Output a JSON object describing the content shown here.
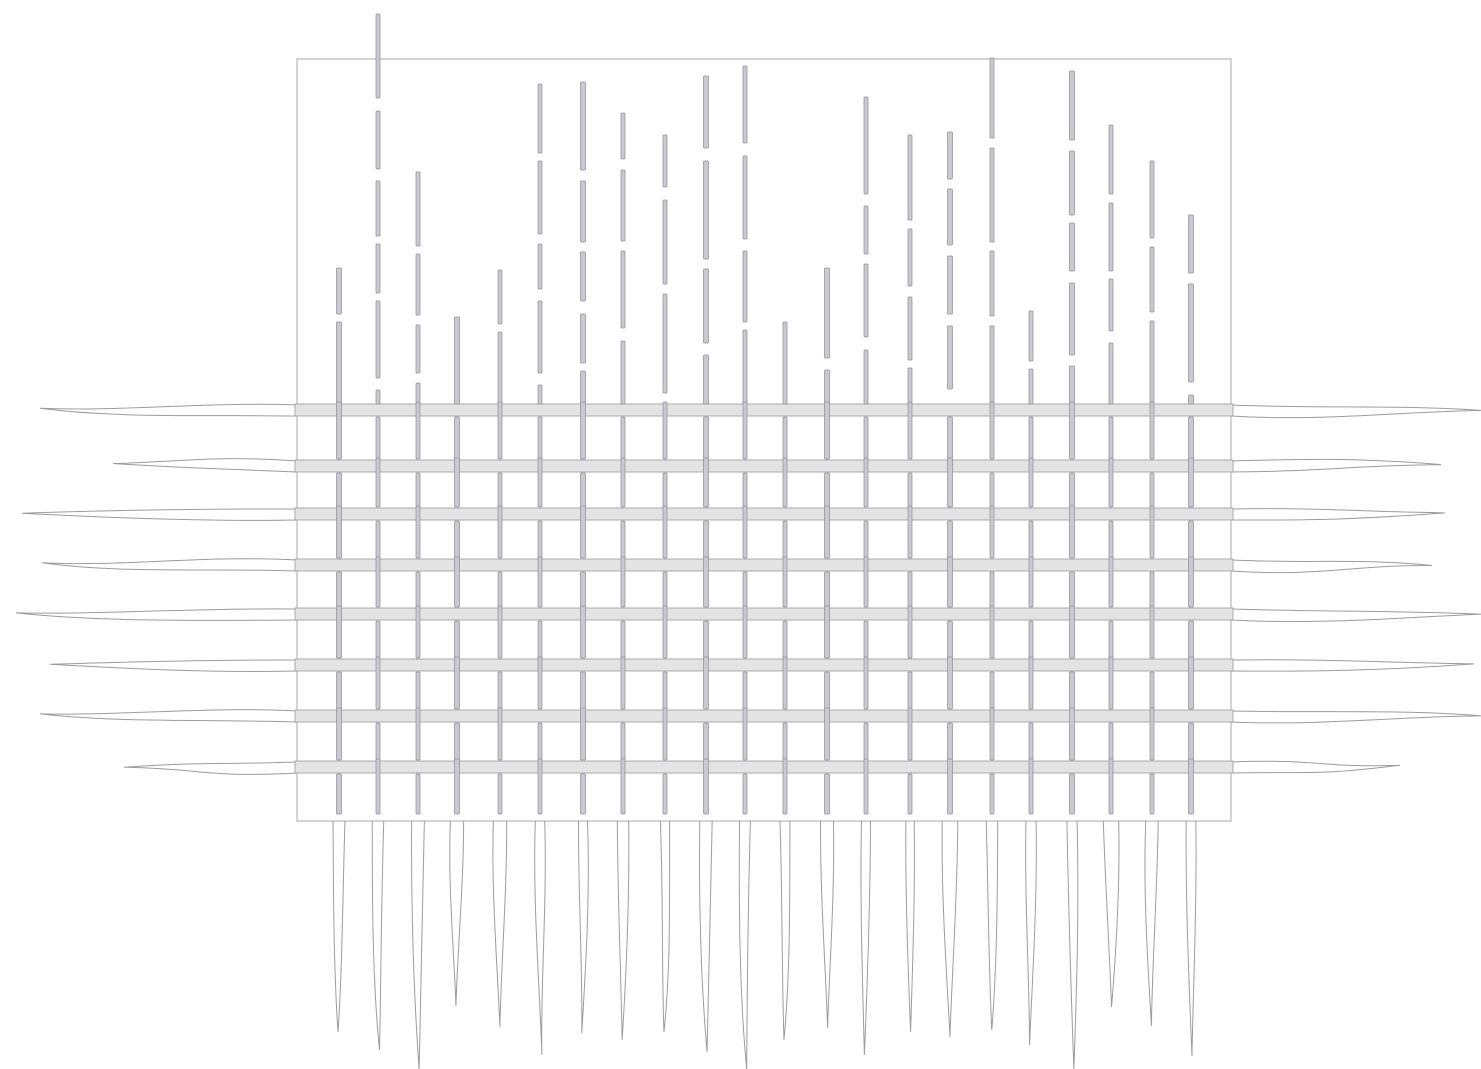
{
  "diagram": {
    "kind": "woven-grid",
    "warp_strand_count": 22,
    "weft_strand_count": 8,
    "colors": {
      "background": "#ffffff",
      "frame_stroke": "#a8a8a8",
      "warp_fill": "#c9c9cf",
      "warp_stroke": "#8e8e96",
      "weft_fill": "#e4e4e4",
      "weft_stroke": "#9a9a9a",
      "tail_stroke": "#9c9c9c"
    }
  }
}
